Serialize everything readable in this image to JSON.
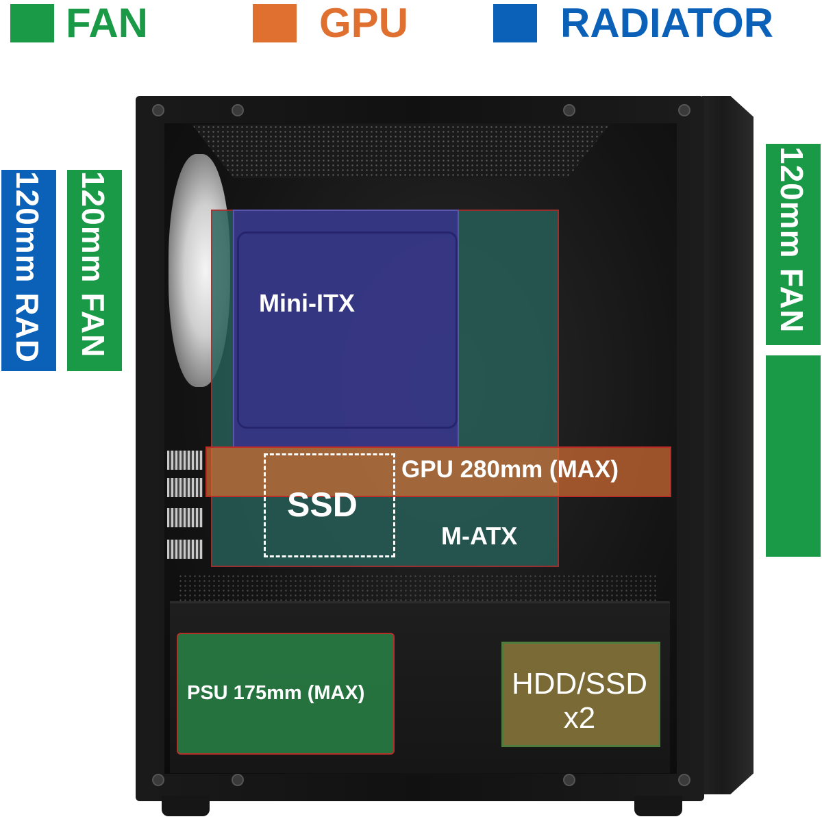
{
  "legend": {
    "fan": {
      "label": "FAN",
      "color": "#1a9a46"
    },
    "gpu": {
      "label": "GPU",
      "color": "#e07030"
    },
    "radiator": {
      "label": "RADIATOR",
      "color": "#0b60b8"
    }
  },
  "side_labels": {
    "left_rad": "120mm RAD",
    "left_fan": "120mm FAN",
    "right_fan": "120mm FAN"
  },
  "zones": {
    "mini_itx": "Mini-ITX",
    "m_atx": "M-ATX",
    "gpu": "GPU  280mm (MAX)",
    "ssd": "SSD",
    "psu": "PSU  175mm (MAX)",
    "hdd_line1": "HDD/SSD",
    "hdd_line2": "x2"
  }
}
